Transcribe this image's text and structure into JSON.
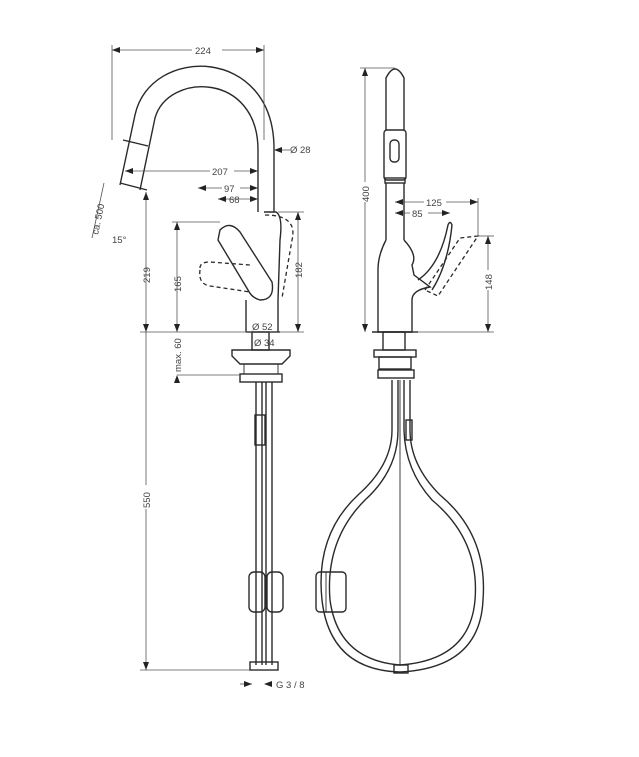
{
  "drawing": {
    "subject": "Kitchen mixer with pull-out spray — dimensional drawing",
    "units": "mm",
    "front_view": {
      "dimensions": {
        "width_total": "224",
        "spout_reach": "207",
        "lever_reach": "97",
        "lever_offset": "68",
        "spout_diameter": "Ø 28",
        "pullout_length": "ca. 500",
        "spray_angle": "15°",
        "outlet_height": "219",
        "lever_height": "165",
        "lever_swing_height": "182",
        "base_diameter": "Ø 52",
        "shank_diameter": "Ø 34",
        "max_deck_thickness": "max. 60",
        "hose_length": "550",
        "connection_thread": "G 3 / 8"
      }
    },
    "side_view": {
      "dimensions": {
        "total_height": "400",
        "lever_depth": "125",
        "lever_depth_rest": "85",
        "lever_height": "148"
      }
    }
  }
}
